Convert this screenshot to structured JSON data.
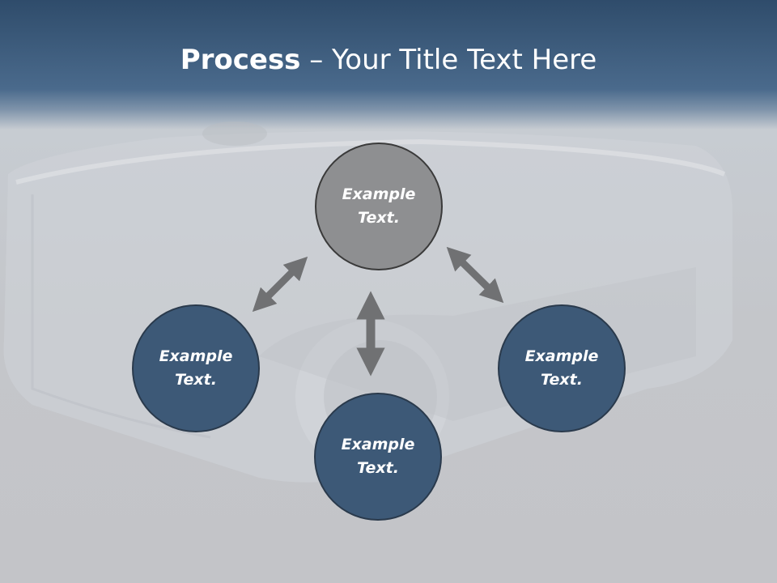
{
  "title": {
    "bold": "Process",
    "rest": " – Your Title Text Here"
  },
  "nodes": {
    "top": {
      "line1": "Example",
      "line2": "Text."
    },
    "left": {
      "line1": "Example",
      "line2": "Text."
    },
    "right": {
      "line1": "Example",
      "line2": "Text."
    },
    "bottom": {
      "line1": "Example",
      "line2": "Text."
    }
  },
  "colors": {
    "header": "#3d5a7a",
    "node_fill": "#3d5977",
    "center_node_fill": "#8e8f91",
    "arrow": "#707173"
  }
}
